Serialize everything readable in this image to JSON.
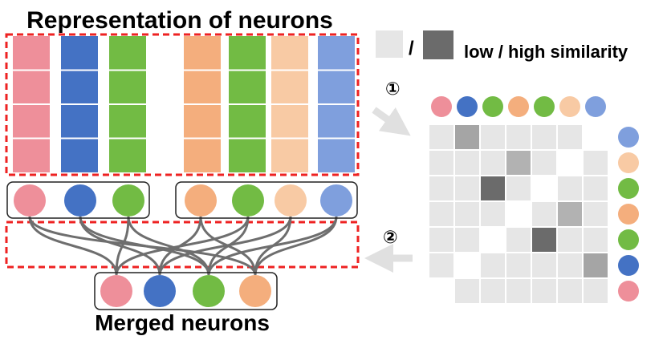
{
  "title": "Representation of neurons",
  "subtitle": "Merged neurons",
  "legend": {
    "slash": "/",
    "label": "low / high similarity",
    "low_color": "#e6e6e6",
    "high_color": "#6b6b6b"
  },
  "steps": {
    "step1": "①",
    "step2": "②"
  },
  "colors": {
    "pink": "#ee8f9a",
    "blue": "#4472c4",
    "green": "#72bb44",
    "orange": "#f4ae7d",
    "peach": "#f8caa4",
    "lightblue": "#7f9fdd",
    "red_dashed": "#ee2222",
    "gray_cell": "#e6e6e6",
    "arrow": "#e0e0e0",
    "edge": "#6e6e6e"
  },
  "neuron_group_left": [
    "pink",
    "blue",
    "green"
  ],
  "neuron_group_right": [
    "orange",
    "green",
    "peach",
    "lightblue"
  ],
  "merged_neurons": [
    "pink",
    "blue",
    "green",
    "orange"
  ],
  "matrix": {
    "top_neurons": [
      "pink",
      "blue",
      "green",
      "orange",
      "green",
      "peach",
      "lightblue"
    ],
    "side_neurons": [
      "lightblue",
      "peach",
      "green",
      "orange",
      "green",
      "blue",
      "pink"
    ],
    "cells": [
      [
        "l",
        "d",
        "l",
        "l",
        "l",
        "l",
        "w"
      ],
      [
        "l",
        "l",
        "l",
        "m",
        "l",
        "w",
        "l"
      ],
      [
        "l",
        "l",
        "h",
        "l",
        "w",
        "l",
        "l"
      ],
      [
        "l",
        "l",
        "l",
        "w",
        "l",
        "m",
        "l"
      ],
      [
        "l",
        "l",
        "w",
        "l",
        "h",
        "l",
        "l"
      ],
      [
        "l",
        "w",
        "l",
        "l",
        "l",
        "l",
        "d"
      ],
      [
        "w",
        "l",
        "l",
        "l",
        "l",
        "l",
        "l"
      ]
    ],
    "cell_colors": {
      "l": "#e6e6e6",
      "w": "#ffffff",
      "m": "#b2b2b2",
      "d": "#a5a5a5",
      "h": "#6b6b6b"
    }
  }
}
